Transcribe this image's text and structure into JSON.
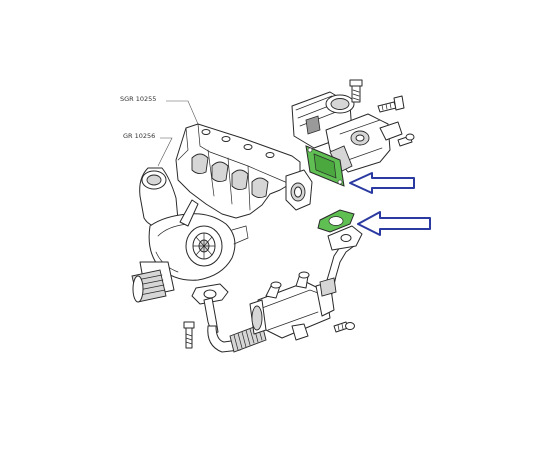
{
  "callouts": {
    "upper": "SGR 10255",
    "lower": "GR 10256"
  },
  "colors": {
    "gasket_fill": "#5fbf52",
    "arrow_stroke": "#2b3aa0",
    "line_art": "#2a2a2a"
  },
  "icons": {
    "pointer": "hollow-left-arrow"
  }
}
